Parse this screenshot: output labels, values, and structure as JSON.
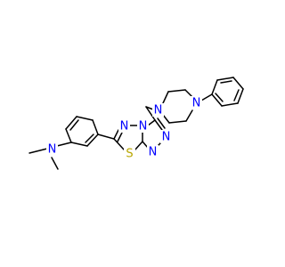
{
  "molecule": {
    "atoms": {
      "n_dimethyl": {
        "symbol": "N",
        "color": "#0000ff"
      },
      "n_thiadiazole_c6": {
        "symbol": "N",
        "color": "#0000ff"
      },
      "n_bridgehead": {
        "symbol": "N",
        "color": "#0000ff"
      },
      "s_thiadiazole": {
        "symbol": "S",
        "color": "#b8a600"
      },
      "n_triazole_1": {
        "symbol": "N",
        "color": "#0000ff"
      },
      "n_triazole_2": {
        "symbol": "N",
        "color": "#0000ff"
      },
      "n_piperazine_1": {
        "symbol": "N",
        "color": "#0000ff"
      },
      "n_piperazine_4": {
        "symbol": "N",
        "color": "#0000ff"
      }
    },
    "bond_color": "#000000"
  }
}
